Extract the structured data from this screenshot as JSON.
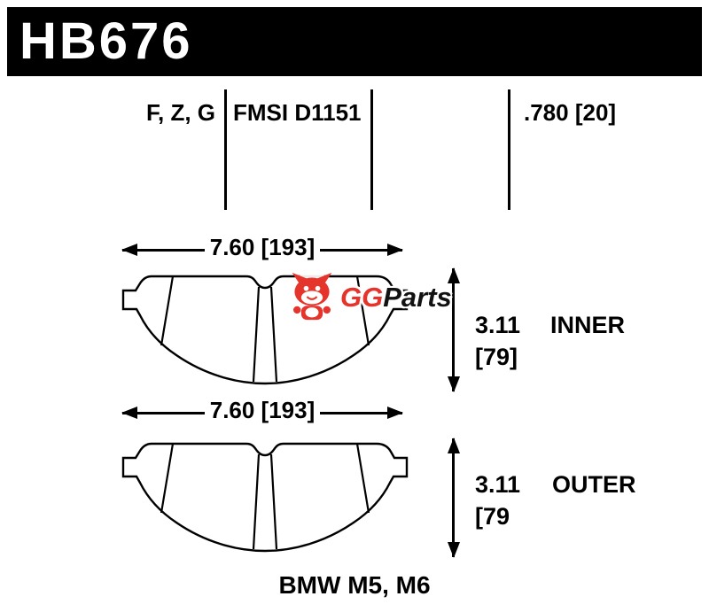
{
  "title_bar": {
    "part_number": "HB676"
  },
  "spec_header": {
    "compounds": "F, Z, G",
    "fmsi_number": "FMSI D1151",
    "pad_thickness": ".780 [20]"
  },
  "watermark": {
    "gg": "GG",
    "parts": "Parts"
  },
  "inner_pad": {
    "width_dimension": "7.60 [193]",
    "height_in": "3.11",
    "height_mm": "[79]",
    "label": "INNER"
  },
  "outer_pad": {
    "width_dimension": "7.60 [193]",
    "height_in": "3.11",
    "height_mm": "[79",
    "label": "OUTER"
  },
  "footer": {
    "vehicle_application": "BMW M5, M6"
  },
  "colors": {
    "logo_red": "#e5342b",
    "line_black": "#000000"
  }
}
